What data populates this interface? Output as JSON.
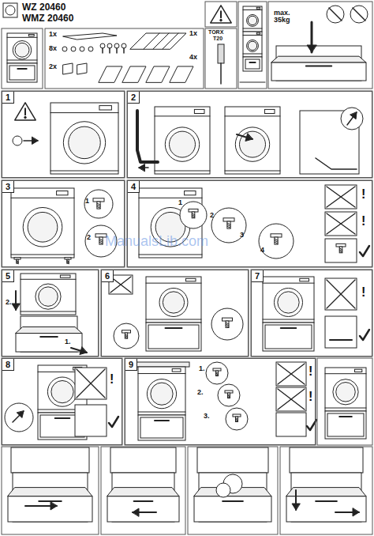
{
  "diagram": {
    "nodes": [
      {
        "text": [
          "1"
        ]
      },
      {
        "text": [
          "2"
        ]
      },
      {
        "text": [
          "3"
        ]
      },
      {
        "text": [
          "4"
        ]
      },
      {
        "text": [
          "5"
        ]
      },
      {
        "text": [
          "6"
        ]
      },
      {
        "text": [
          "7"
        ]
      },
      {
        "text": [
          "8"
        ]
      },
      {
        "text": [
          "9"
        ]
      }
    ],
    "labels": [
      "WZ 20460",
      "WMZ 20460",
      "1x",
      "8x",
      "2x",
      "1x",
      "4x",
      "TORX",
      "T20",
      "max. 35kg",
      "!",
      "!",
      "1",
      "2",
      "1",
      "2",
      "3",
      "4",
      "2.",
      "1.",
      "!",
      "!",
      "1.",
      "2.",
      "3.",
      "!",
      "!",
      "ManualsLib.com"
    ]
  }
}
